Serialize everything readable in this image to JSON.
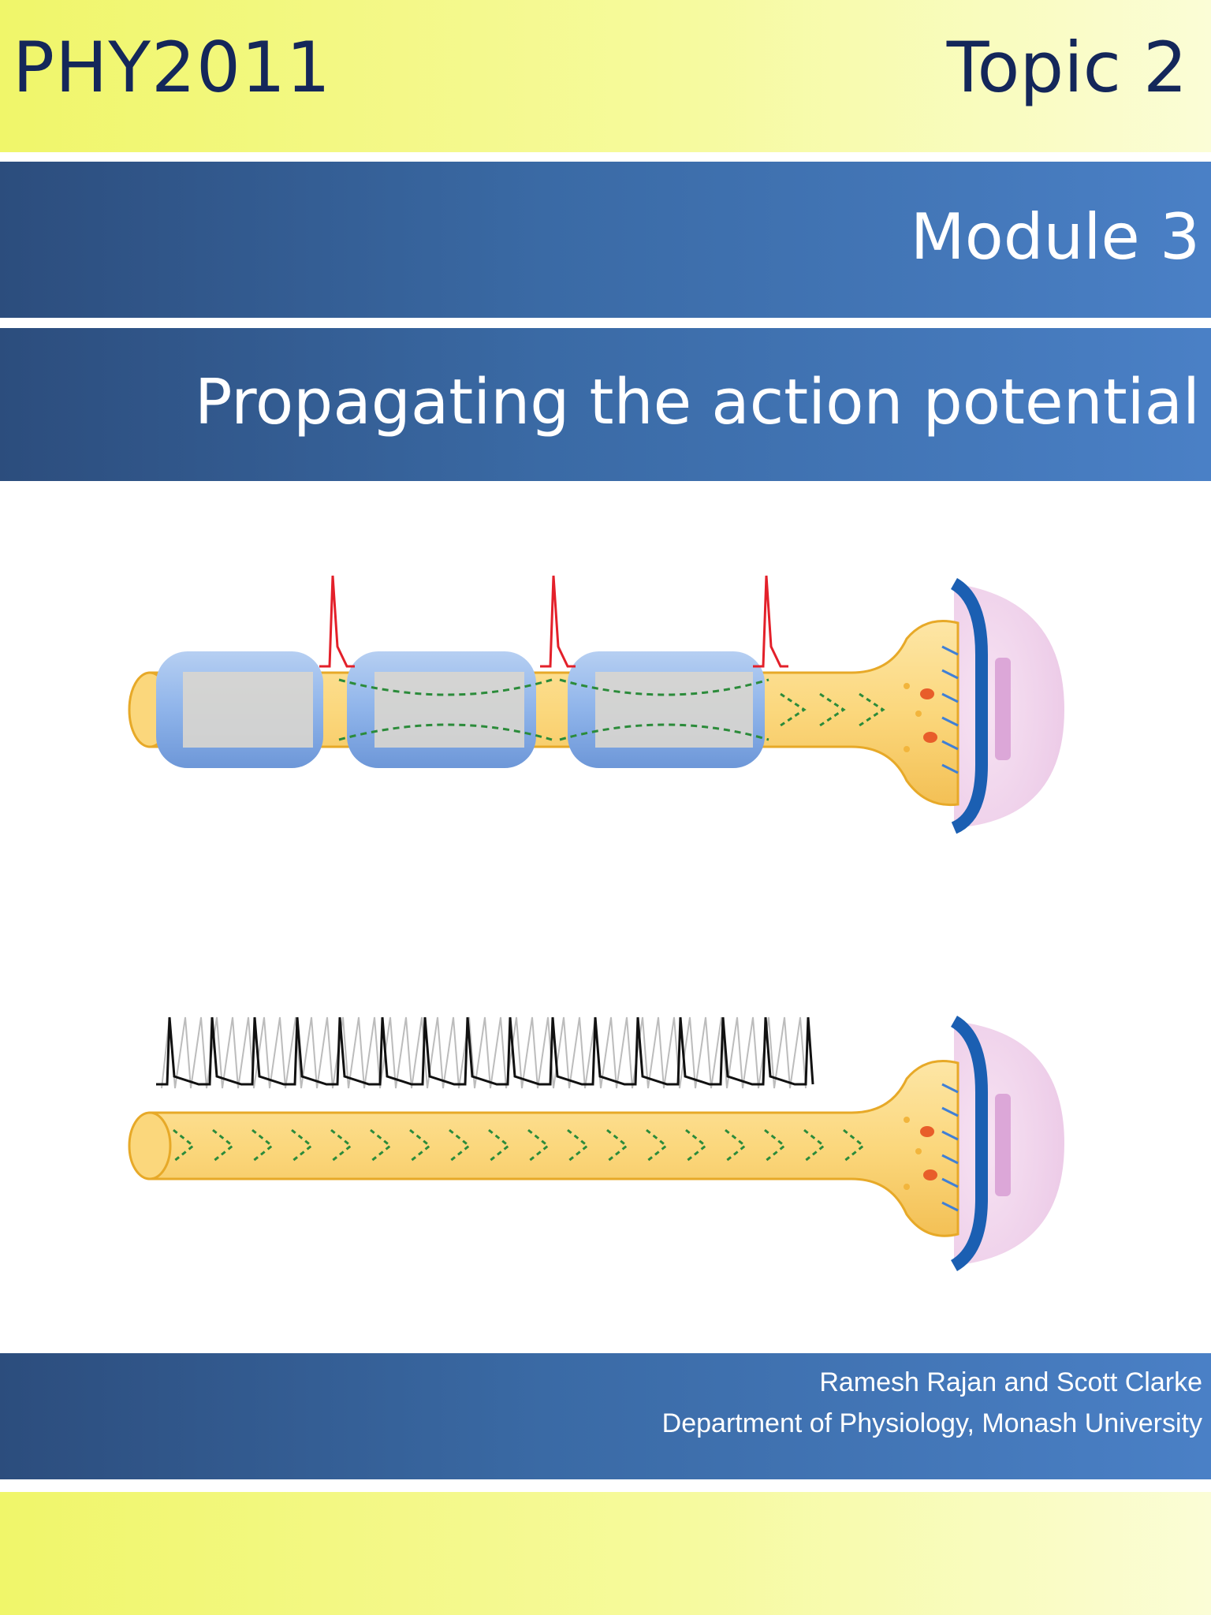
{
  "header": {
    "course_code": "PHY2011",
    "topic": "Topic 2"
  },
  "module": {
    "label": "Module 3",
    "title": "Propagating the action potential"
  },
  "footer": {
    "authors": "Ramesh Rajan and Scott Clarke",
    "department": "Department of Physiology, Monash University"
  },
  "figure": {
    "panels": [
      "myelinated-axon-saltatory-conduction",
      "unmyelinated-axon-continuous-conduction"
    ],
    "colors": {
      "axon": "#fbd77c",
      "axon_outline": "#e7a928",
      "myelin": "#8fb4ea",
      "myelin_inner": "#d9d6cf",
      "action_potential": "#e3202a",
      "current_arrows": "#2b8b3a",
      "postsynaptic_membrane": "#1b5fb2",
      "postsynaptic_cell": "#f2d8ee",
      "receptor_patch": "#dca7d8",
      "vesicle": "#e85d2a",
      "receptors": "#3f7fd6"
    },
    "icons": [
      "action-potential-spike-icon",
      "current-flow-arrow-icon",
      "synaptic-vesicle-icon"
    ]
  }
}
